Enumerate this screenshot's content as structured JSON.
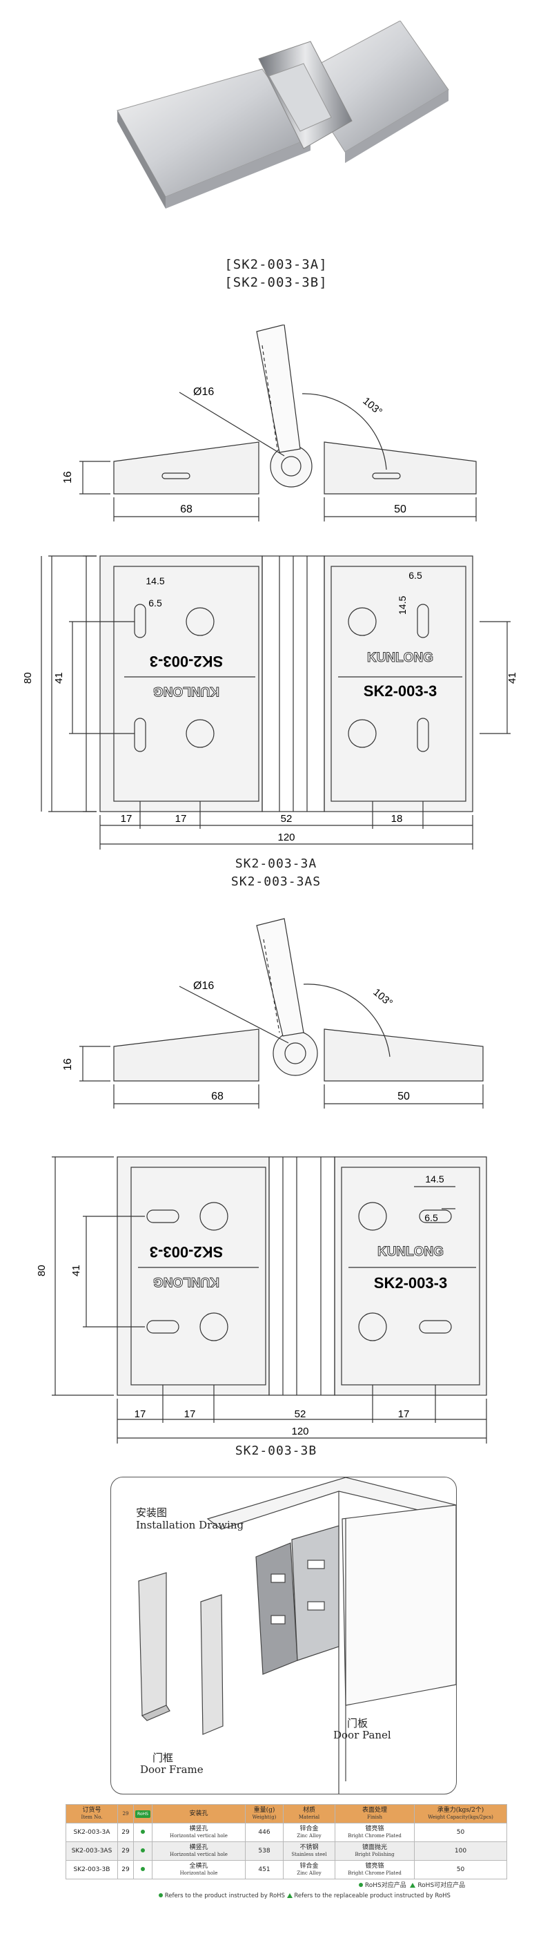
{
  "top_caption": [
    "[SK2-003-3A]",
    "[SK2-003-3B]"
  ],
  "side1": {
    "dia": "Ø16",
    "angle": "103°",
    "h": "16",
    "left": "68",
    "right": "50"
  },
  "plan1": {
    "h": "80",
    "h_in": "41",
    "h_in_r": "41",
    "d145": "14.5",
    "d65": "6.5",
    "d145_r": "14.5",
    "d65_r": "6.5",
    "w17a": "17",
    "w17b": "17",
    "w52": "52",
    "w18": "18",
    "w120": "120",
    "brand": "KUNLONG",
    "model": "SK2-003-3"
  },
  "caption_mid": [
    "SK2-003-3A",
    "SK2-003-3AS"
  ],
  "side2": {
    "dia": "Ø16",
    "angle": "103°",
    "h": "16",
    "left": "68",
    "right": "50"
  },
  "plan2": {
    "h": "80",
    "h_in": "41",
    "d145": "14.5",
    "d65": "6.5",
    "w17a": "17",
    "w17b": "17",
    "w52": "52",
    "w17c": "17",
    "w120": "120",
    "brand": "KUNLONG",
    "model": "SK2-003-3"
  },
  "caption_b": "SK2-003-3B",
  "install": {
    "title_cn": "安装图",
    "title_en": "Installation Drawing",
    "panel_cn": "门板",
    "panel_en": "Door Panel",
    "frame_cn": "门框",
    "frame_en": "Door Frame"
  },
  "table": {
    "headers": [
      {
        "cn": "订货号",
        "en": "Item No."
      },
      {
        "cn": "",
        "en": "29"
      },
      {
        "cn": "",
        "en": "RoHS"
      },
      {
        "cn": "安装孔",
        "en": ""
      },
      {
        "cn": "重量(g)",
        "en": "Weight(g)"
      },
      {
        "cn": "材质",
        "en": "Material"
      },
      {
        "cn": "表面处理",
        "en": "Finish"
      },
      {
        "cn": "承重力(kgs/2个)",
        "en": "Weight Capacity(kgs/2pcs)"
      }
    ],
    "rows": [
      {
        "item": "SK2-003-3A",
        "n": "29",
        "hole_cn": "横竖孔",
        "hole_en": "Horizontal vertical hole",
        "weight": "446",
        "mat_cn": "锌合金",
        "mat_en": "Zinc Alloy",
        "fin_cn": "镀亮铬",
        "fin_en": "Bright Chrome Plated",
        "cap": "50"
      },
      {
        "item": "SK2-003-3AS",
        "n": "29",
        "hole_cn": "横竖孔",
        "hole_en": "Horizontal vertical hole",
        "weight": "538",
        "mat_cn": "不锈钢",
        "mat_en": "Stainless steel",
        "fin_cn": "镜面抛光",
        "fin_en": "Bright Polishing",
        "cap": "100"
      },
      {
        "item": "SK2-003-3B",
        "n": "29",
        "hole_cn": "全横孔",
        "hole_en": "Horizontal hole",
        "weight": "451",
        "mat_cn": "锌合金",
        "mat_en": "Zinc Alloy",
        "fin_cn": "镀亮铬",
        "fin_en": "Bright Chrome Plated",
        "cap": "50"
      }
    ]
  },
  "legend": {
    "rohs1": "RoHS对应产品",
    "rohs2": "RoHS可对应产品",
    "note1": "Refers to the product instructed by RoHS",
    "note2": "Refers to the replaceable product instructed by RoHS"
  }
}
